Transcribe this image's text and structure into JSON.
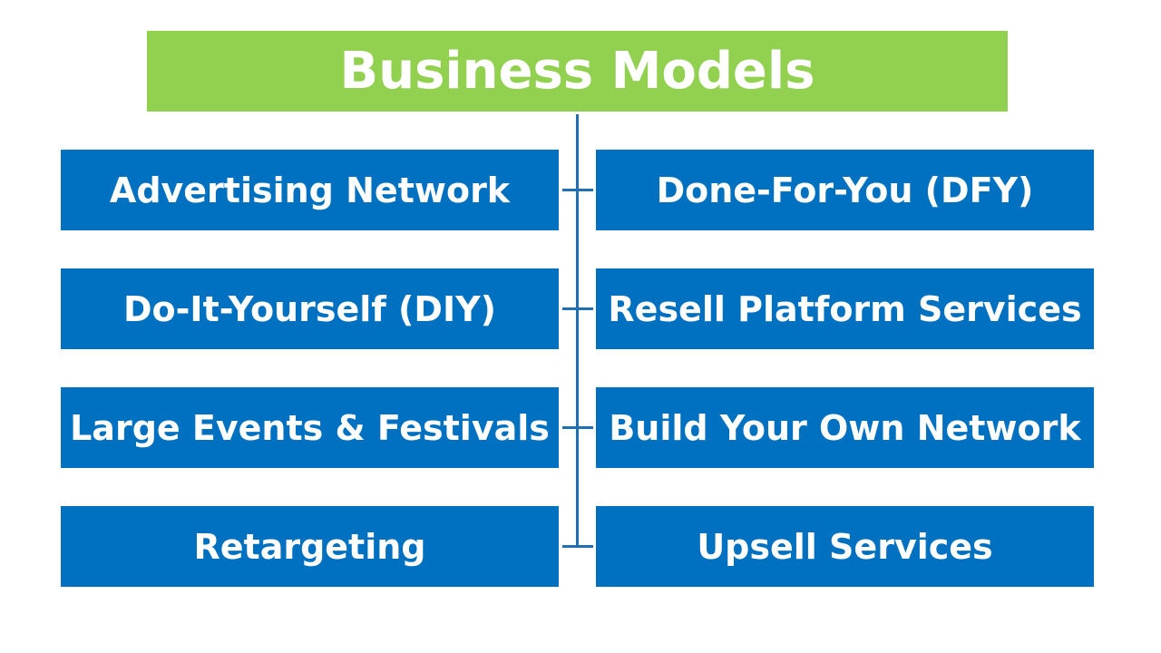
{
  "title": "Business Models",
  "colors": {
    "header_fill": "#92d050",
    "box_fill": "#0070c0",
    "connector": "#1f6fb4",
    "text": "#ffffff"
  },
  "models": {
    "left": [
      "Advertising Network",
      "Do-It-Yourself (DIY)",
      "Large Events & Festivals",
      "Retargeting"
    ],
    "right": [
      "Done-For-You (DFY)",
      "Resell Platform Services",
      "Build Your Own Network",
      "Upsell Services"
    ]
  }
}
